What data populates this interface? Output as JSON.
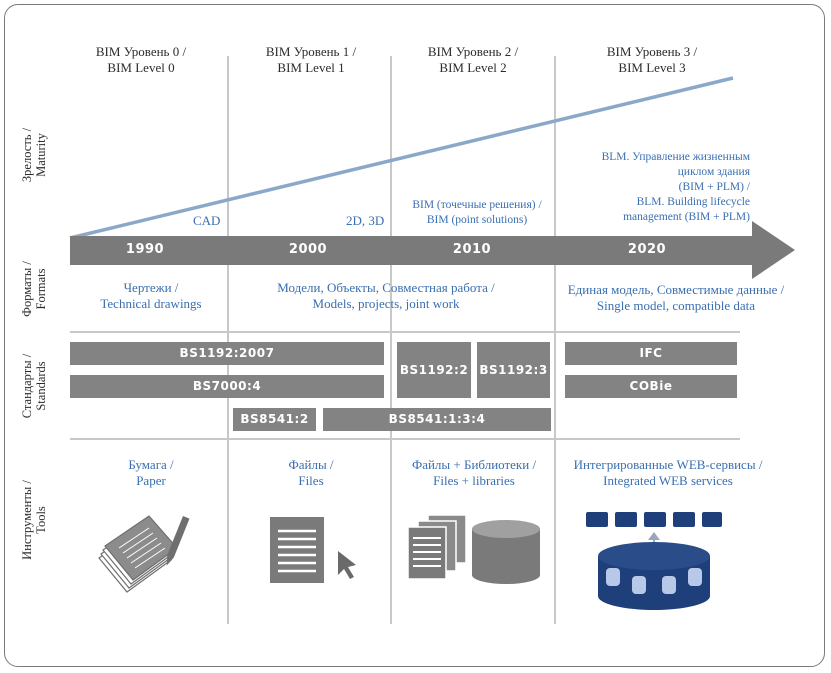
{
  "levels": [
    {
      "line1": "BIM Уровень 0 /",
      "line2": "BIM Level 0"
    },
    {
      "line1": "BIM Уровень 1 /",
      "line2": "BIM Level 1"
    },
    {
      "line1": "BIM Уровень 2 /",
      "line2": "BIM Level 2"
    },
    {
      "line1": "BIM Уровень 3 /",
      "line2": "BIM Level 3"
    }
  ],
  "row_labels": {
    "maturity": {
      "line1": "Зрелость /",
      "line2": "Maturity"
    },
    "formats": {
      "line1": "Форматы /",
      "line2": "Formats"
    },
    "standards": {
      "line1": "Стандарты /",
      "line2": "Standards"
    },
    "tools": {
      "line1": "Инструменты /",
      "line2": "Tools"
    }
  },
  "maturity": {
    "cad": "CAD",
    "d2d3": "2D, 3D",
    "bim": {
      "line1": "BIM (точечные решения) /",
      "line2": "BIM (point solutions)"
    },
    "blm": {
      "line1": "BLM. Управление жизненным",
      "line2": "циклом здания",
      "line3": "(BIM + PLM) /",
      "line4": "BLM. Building lifecycle",
      "line5": "management (BIM + PLM)"
    }
  },
  "timeline": {
    "years": [
      "1990",
      "2000",
      "2010",
      "2020"
    ]
  },
  "formats": {
    "f0": {
      "line1": "Чертежи /",
      "line2": "Technical drawings"
    },
    "f1": {
      "line1": "Модели, Объекты, Совместная работа /",
      "line2": "Models, projects, joint work"
    },
    "f3": {
      "line1": "Единая модель, Совместимые данные /",
      "line2": "Single model, compatible data"
    }
  },
  "standards": {
    "bs1192_2007": "BS1192:2007",
    "bs7000_4": "BS7000:4",
    "bs8541_2": "BS8541:2",
    "bs8541_134": "BS8541:1:3:4",
    "bs1192_2": "BS1192:2",
    "bs1192_3": "BS1192:3",
    "ifc": "IFC",
    "cobie": "COBie"
  },
  "tools": {
    "t0": {
      "line1": "Бумага /",
      "line2": "Paper"
    },
    "t1": {
      "line1": "Файлы /",
      "line2": "Files"
    },
    "t2": {
      "line1": "Файлы + Библиотеки /",
      "line2": "Files + libraries"
    },
    "t3": {
      "line1": "Интегрированные WEB-сервисы /",
      "line2": "Integrated WEB services"
    }
  },
  "colors": {
    "text_blue": "#3a6fb0",
    "bar_gray": "#838383",
    "arrow_gray": "#7a7a7a",
    "line_blue": "#8aa8c8",
    "navy": "#1e3f7a",
    "cylinder_light": "#b8c8e8"
  },
  "icons": [
    "paper-stack-pen-icon",
    "document-cursor-icon",
    "documents-database-icon",
    "web-services-database-icon"
  ]
}
